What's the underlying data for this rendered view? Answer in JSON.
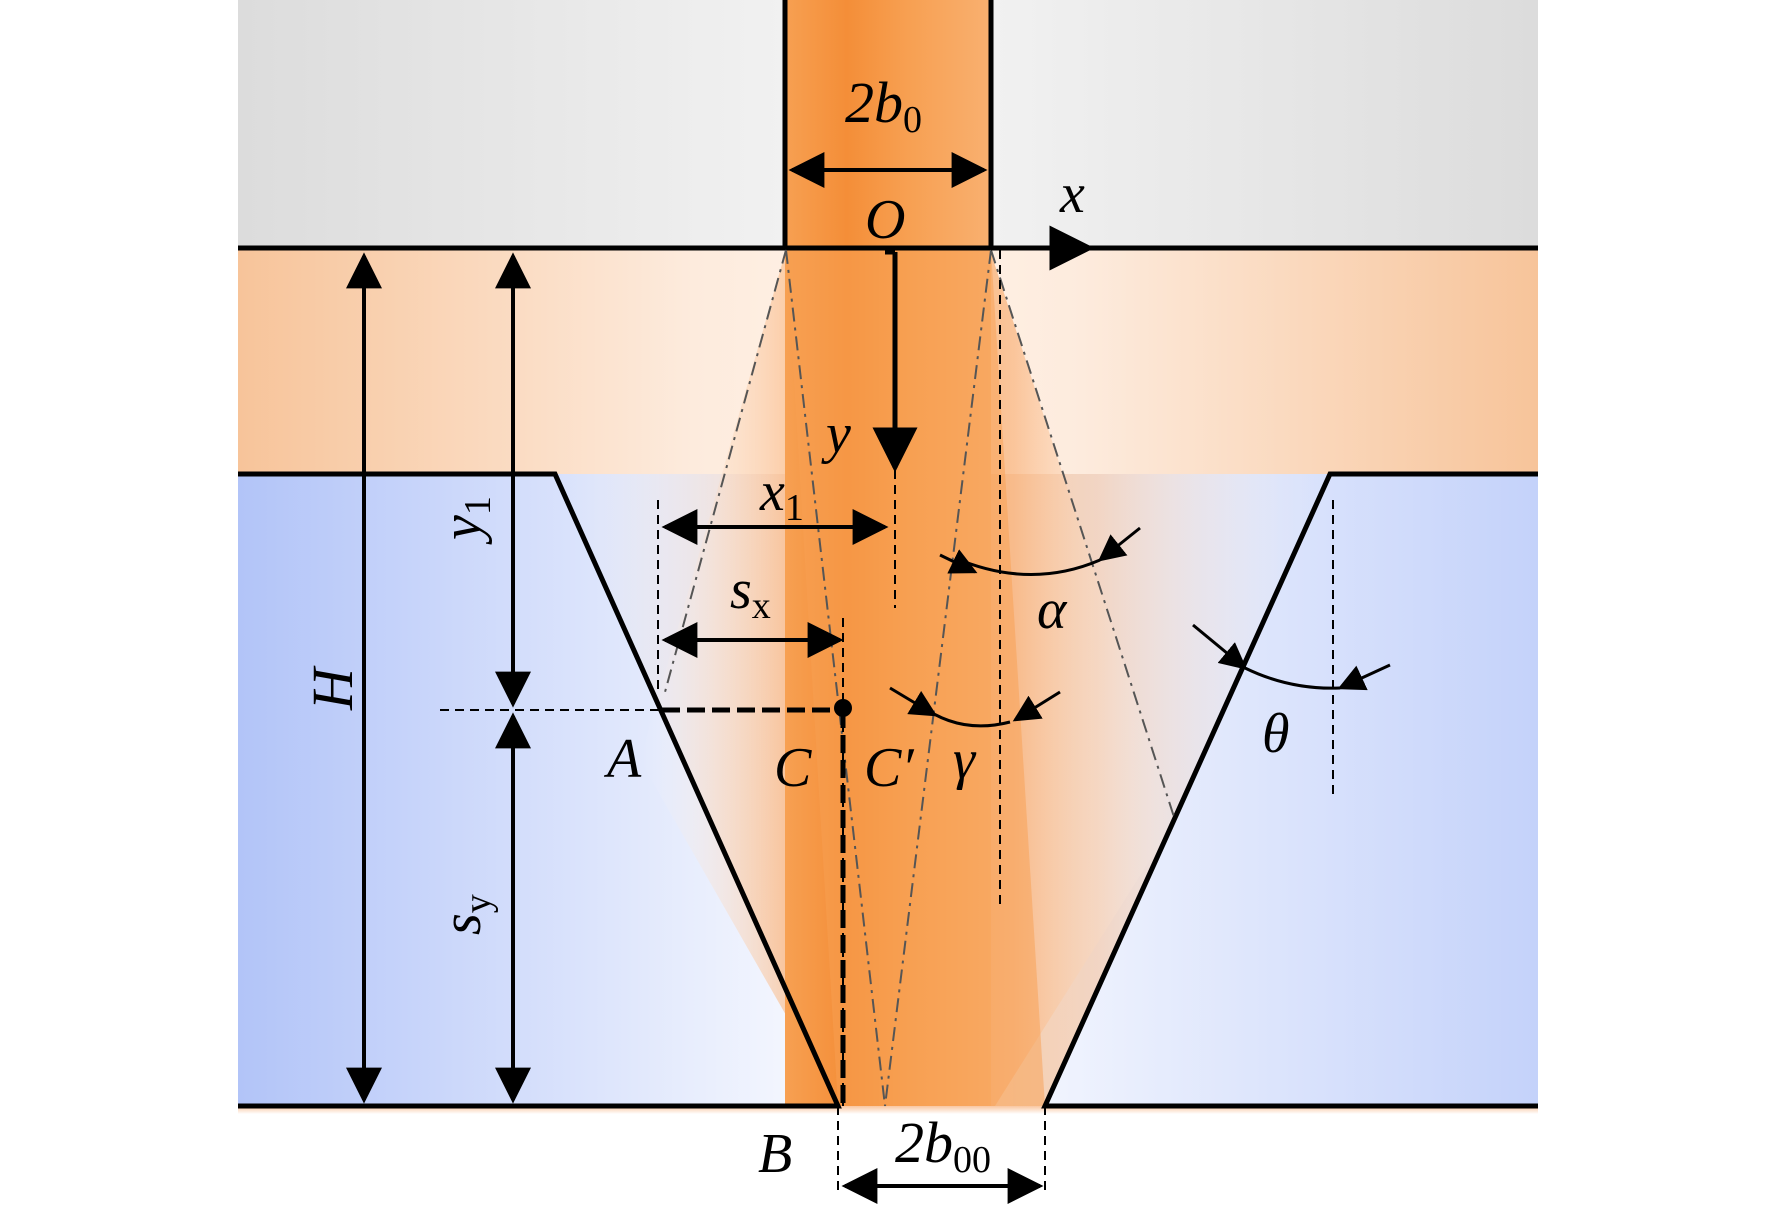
{
  "labels": {
    "width_top": "2b",
    "width_top_sub": "0",
    "width_bottom": "2b",
    "width_bottom_sub": "00",
    "origin": "O",
    "x_axis": "x",
    "y_axis": "y",
    "x1": "x",
    "x1_sub": "1",
    "y1": "y",
    "y1_sub": "1",
    "sx": "s",
    "sx_sub": "x",
    "sy": "s",
    "sy_sub": "y",
    "H": "H",
    "A": "A",
    "B": "B",
    "C": "C",
    "C_prime": "C′",
    "alpha": "α",
    "gamma": "γ",
    "theta": "θ"
  },
  "colors": {
    "jet_orange": "#F7A052",
    "jet_light": "#FFF4EA",
    "top_block": "#DDDDDD",
    "upper_layer": "#F8C8A0",
    "lower_layer_edge": "#B4C6F8",
    "line": "#000000"
  }
}
